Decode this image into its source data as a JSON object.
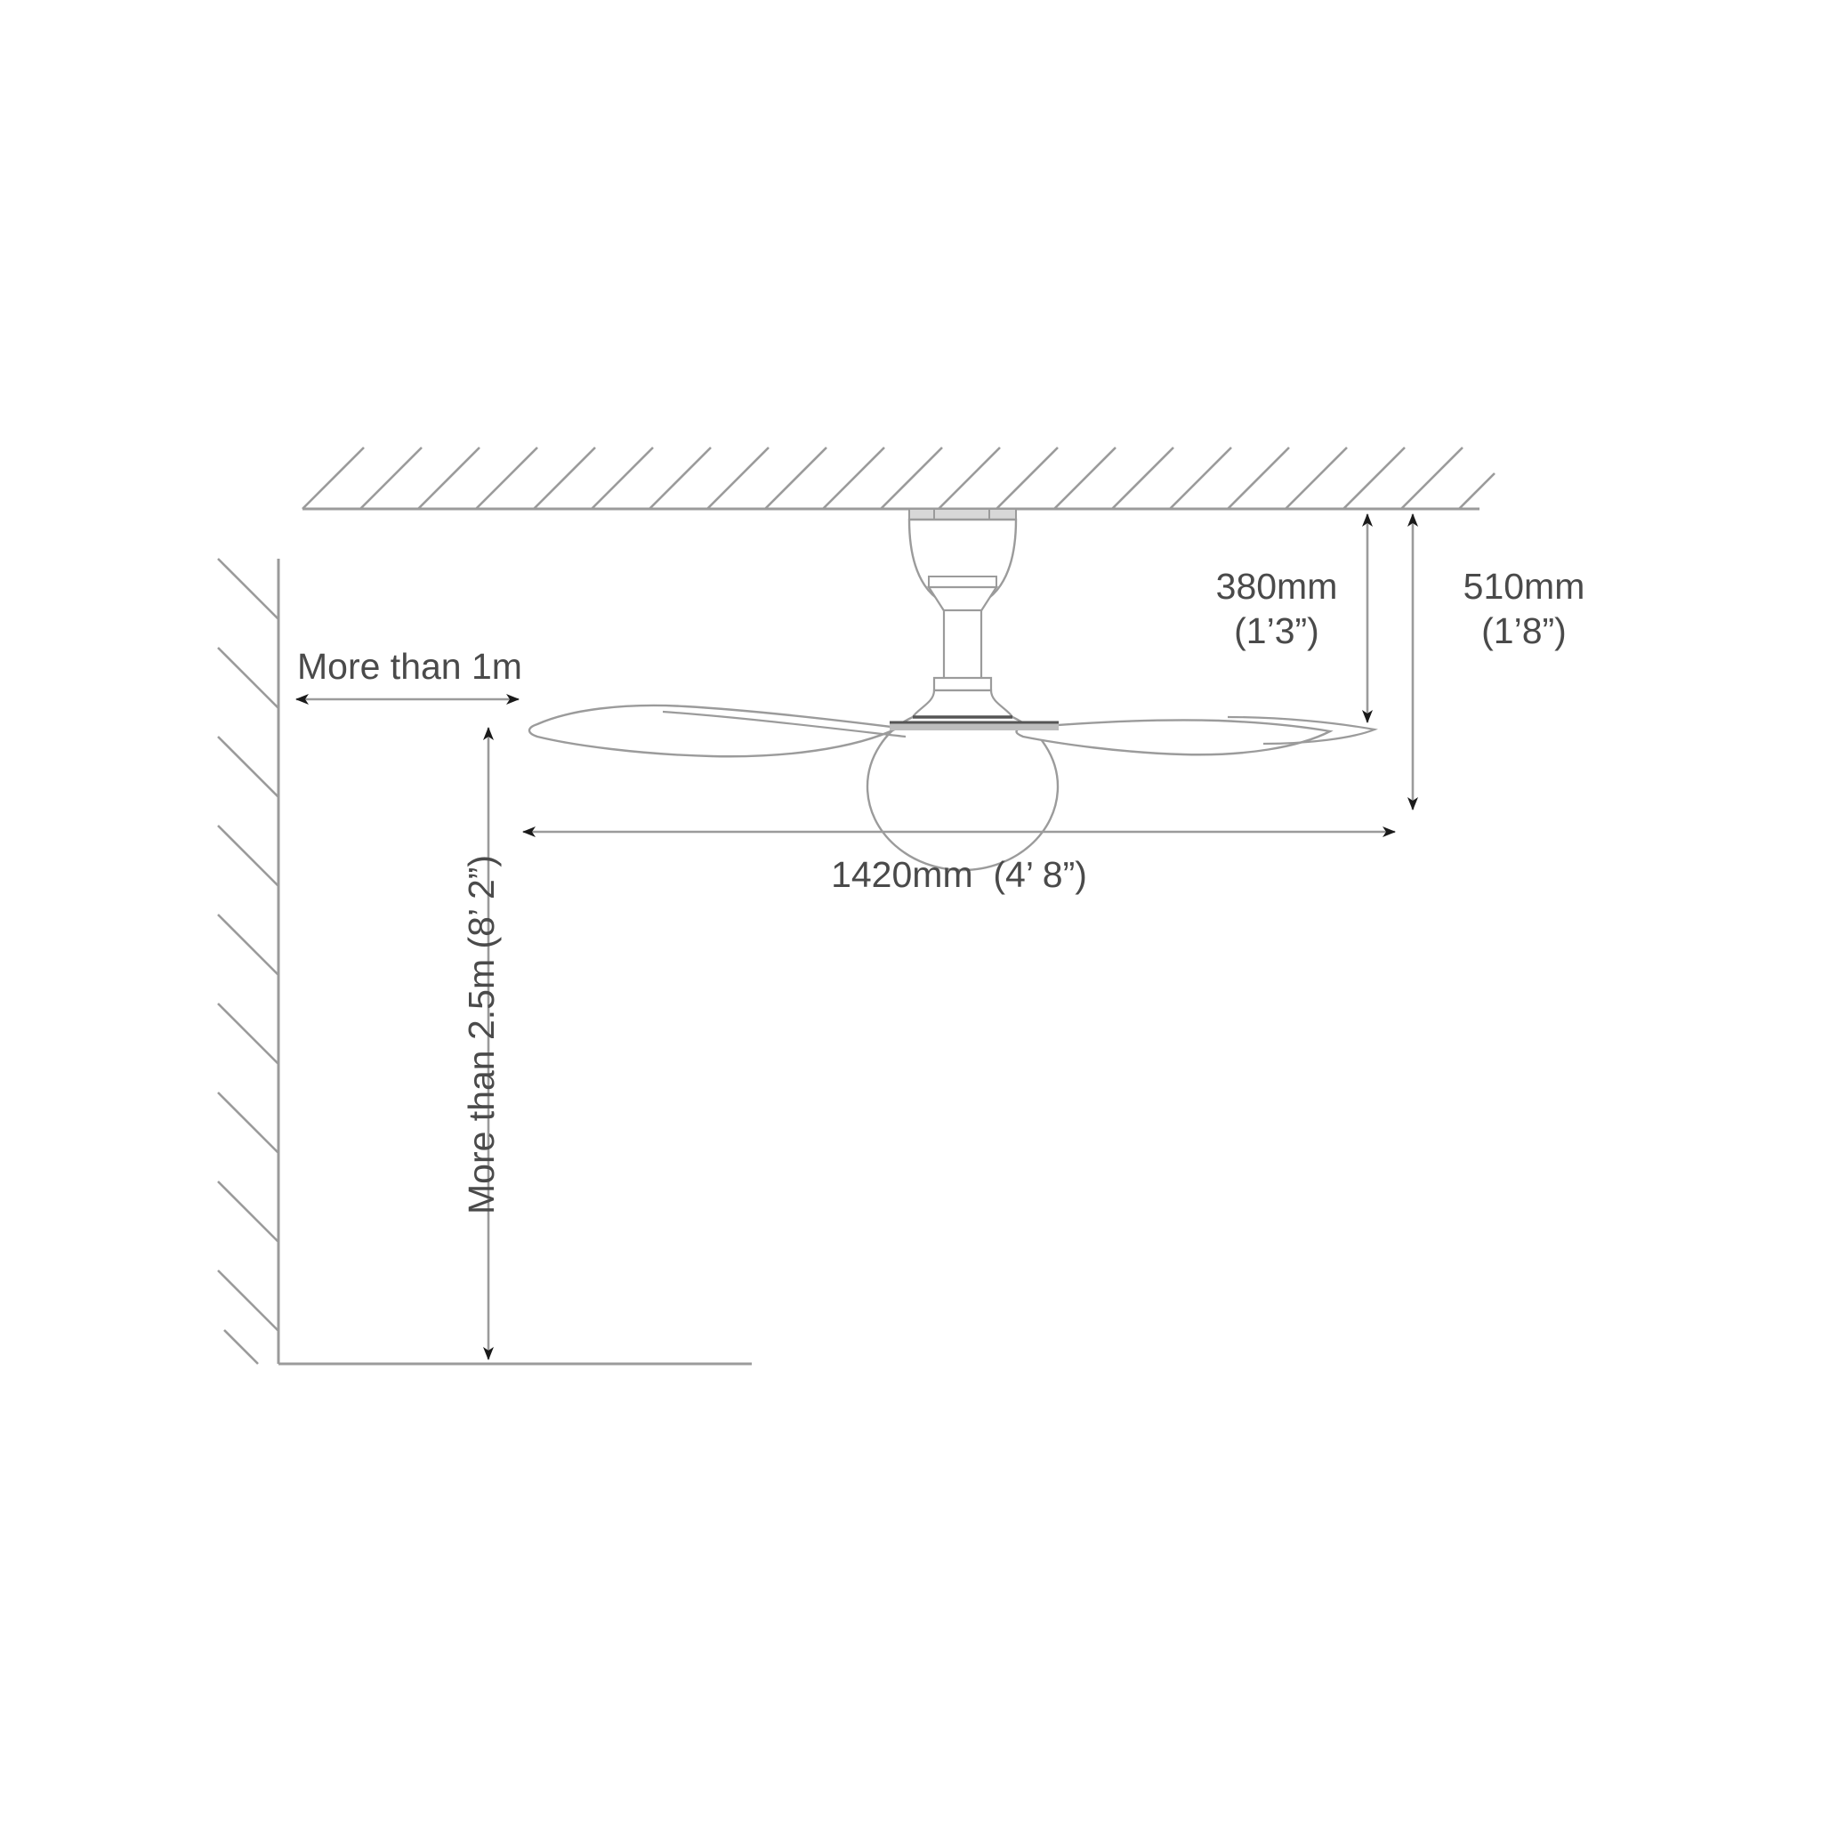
{
  "diagram": {
    "title": "Ceiling Fan Installation Clearance Diagram",
    "line_color": "#9b9b9b",
    "text_color": "#4a4a4a",
    "arrow_color": "#1a1a1a",
    "background": "#ffffff",
    "labels": {
      "drop_380": "380mm\n(1’3”)",
      "drop_380_value": "380mm",
      "drop_380_imperial": "(1’3”)",
      "drop_510": "510mm\n(1’8”)",
      "drop_510_value": "510mm",
      "drop_510_imperial": "(1’8”)",
      "span": "1420mm  (4’ 8”)",
      "wall_clearance": "More than 1m",
      "floor_clearance": "More than 2.5m (8’ 2”)"
    },
    "elements": {
      "ceiling": "ceiling-hatched-surface",
      "wall": "wall-hatched-surface",
      "floor": "floor-line",
      "fan": "ceiling-fan-with-light",
      "canopy": "fan-canopy",
      "downrod": "fan-downrod",
      "motor": "fan-motor-housing",
      "light": "fan-light-globe",
      "blades": "fan-blades"
    }
  }
}
